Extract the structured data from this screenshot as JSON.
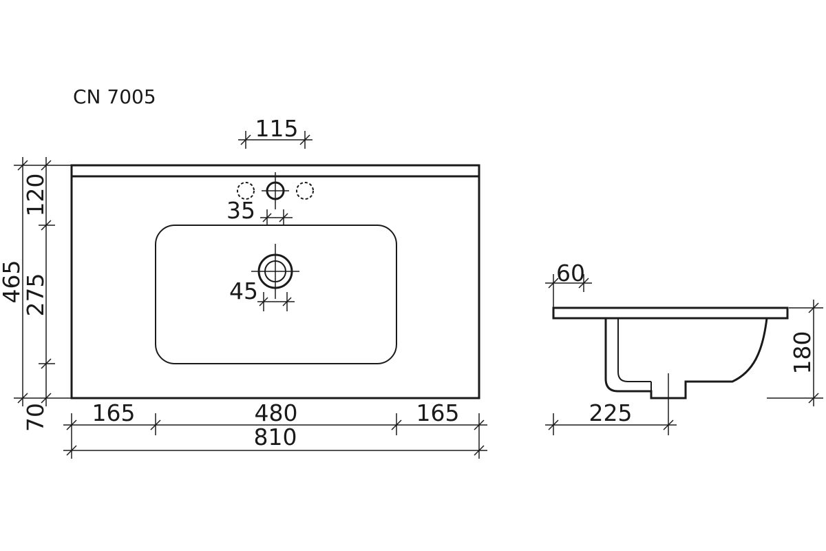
{
  "model": "CN 7005",
  "dimensions": {
    "tap_spacing": "115",
    "tap_hole": "35",
    "drain_hole": "45",
    "total_depth": "465",
    "top_depth": "120",
    "bowl_depth": "275",
    "front_depth": "70",
    "left_margin": "165",
    "bowl_width": "480",
    "right_margin": "165",
    "total_width": "810",
    "rim_width": "60",
    "height": "180",
    "drain_offset": "225"
  }
}
